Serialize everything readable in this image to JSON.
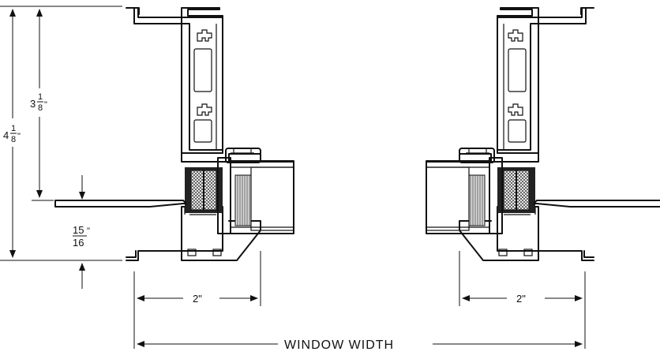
{
  "dimensions": {
    "overall_height": {
      "whole": "4",
      "num": "1",
      "den": "8",
      "unit": "\""
    },
    "upper_height": {
      "whole": "3",
      "num": "1",
      "den": "8",
      "unit": "\""
    },
    "offset": {
      "num": "15",
      "den": "16",
      "unit": "\""
    },
    "left_depth": "2\"",
    "right_depth": "2\"",
    "window_width": "WINDOW WIDTH"
  }
}
